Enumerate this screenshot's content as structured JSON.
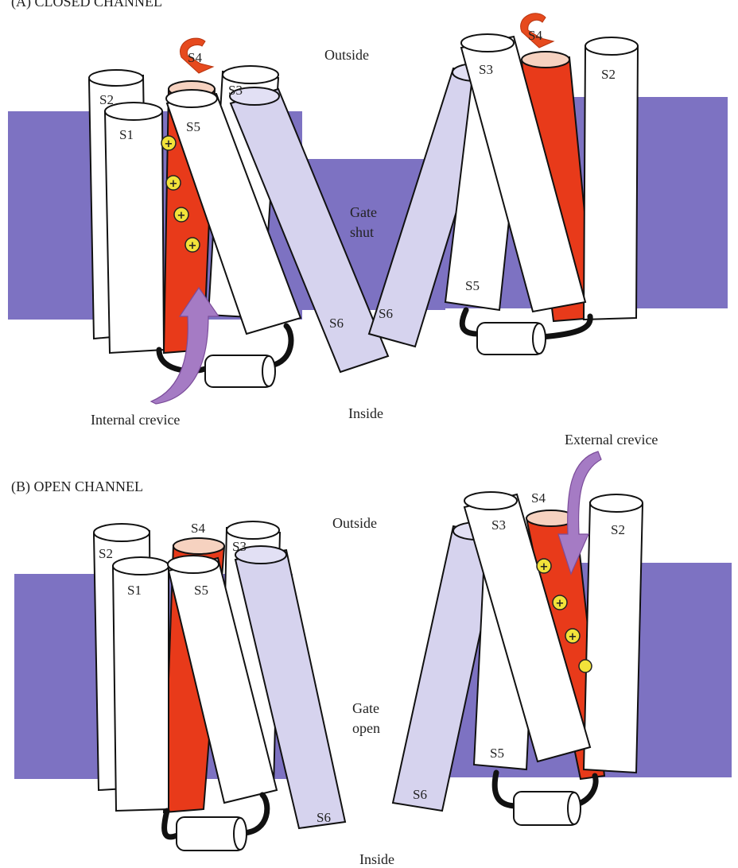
{
  "panel_a": {
    "title": "(A) CLOSED CHANNEL",
    "outside": "Outside",
    "gate_line1": "Gate",
    "gate_line2": "shut",
    "inside": "Inside",
    "crevice": "Internal crevice",
    "left": {
      "s1": "S1",
      "s2": "S2",
      "s3": "S3",
      "s4": "S4",
      "s5": "S5",
      "s6": "S6"
    },
    "right": {
      "s2": "S2",
      "s3": "S3",
      "s4": "S4",
      "s5": "S5",
      "s6": "S6"
    }
  },
  "panel_b": {
    "title": "(B) OPEN CHANNEL",
    "outside": "Outside",
    "gate_line1": "Gate",
    "gate_line2": "open",
    "inside": "Inside",
    "crevice": "External crevice",
    "left": {
      "s1": "S1",
      "s2": "S2",
      "s3": "S3",
      "s4": "S4",
      "s5": "S5",
      "s6": "S6"
    },
    "right": {
      "s2": "S2",
      "s3": "S3",
      "s4": "S4",
      "s5": "S5",
      "s6": "S6"
    }
  },
  "charge_symbol": "+",
  "colors": {
    "membrane": "#7d72c2",
    "s4_helix": "#e83a1a",
    "s6_helix": "#d6d3ee",
    "helix": "#ffffff",
    "crevice_arrow": "#a57bc4",
    "rotation_arrow": "#e64a1e",
    "charge": "#f2e23a"
  }
}
